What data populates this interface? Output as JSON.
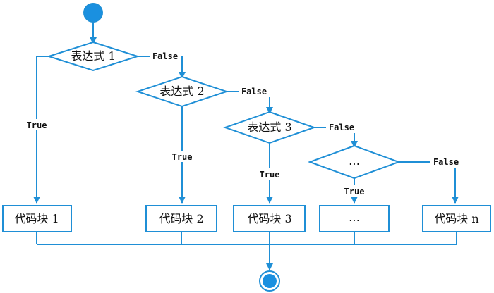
{
  "diagram": {
    "conditions": [
      "表达式 1",
      "表达式 2",
      "表达式 3",
      "…"
    ],
    "blocks": [
      "代码块 1",
      "代码块 2",
      "代码块 3",
      "…",
      "代码块 n"
    ],
    "labels": {
      "true": "True",
      "false": "False"
    },
    "colors": {
      "line": "#1f8fd6",
      "node_fill": "#1a90e0"
    }
  }
}
